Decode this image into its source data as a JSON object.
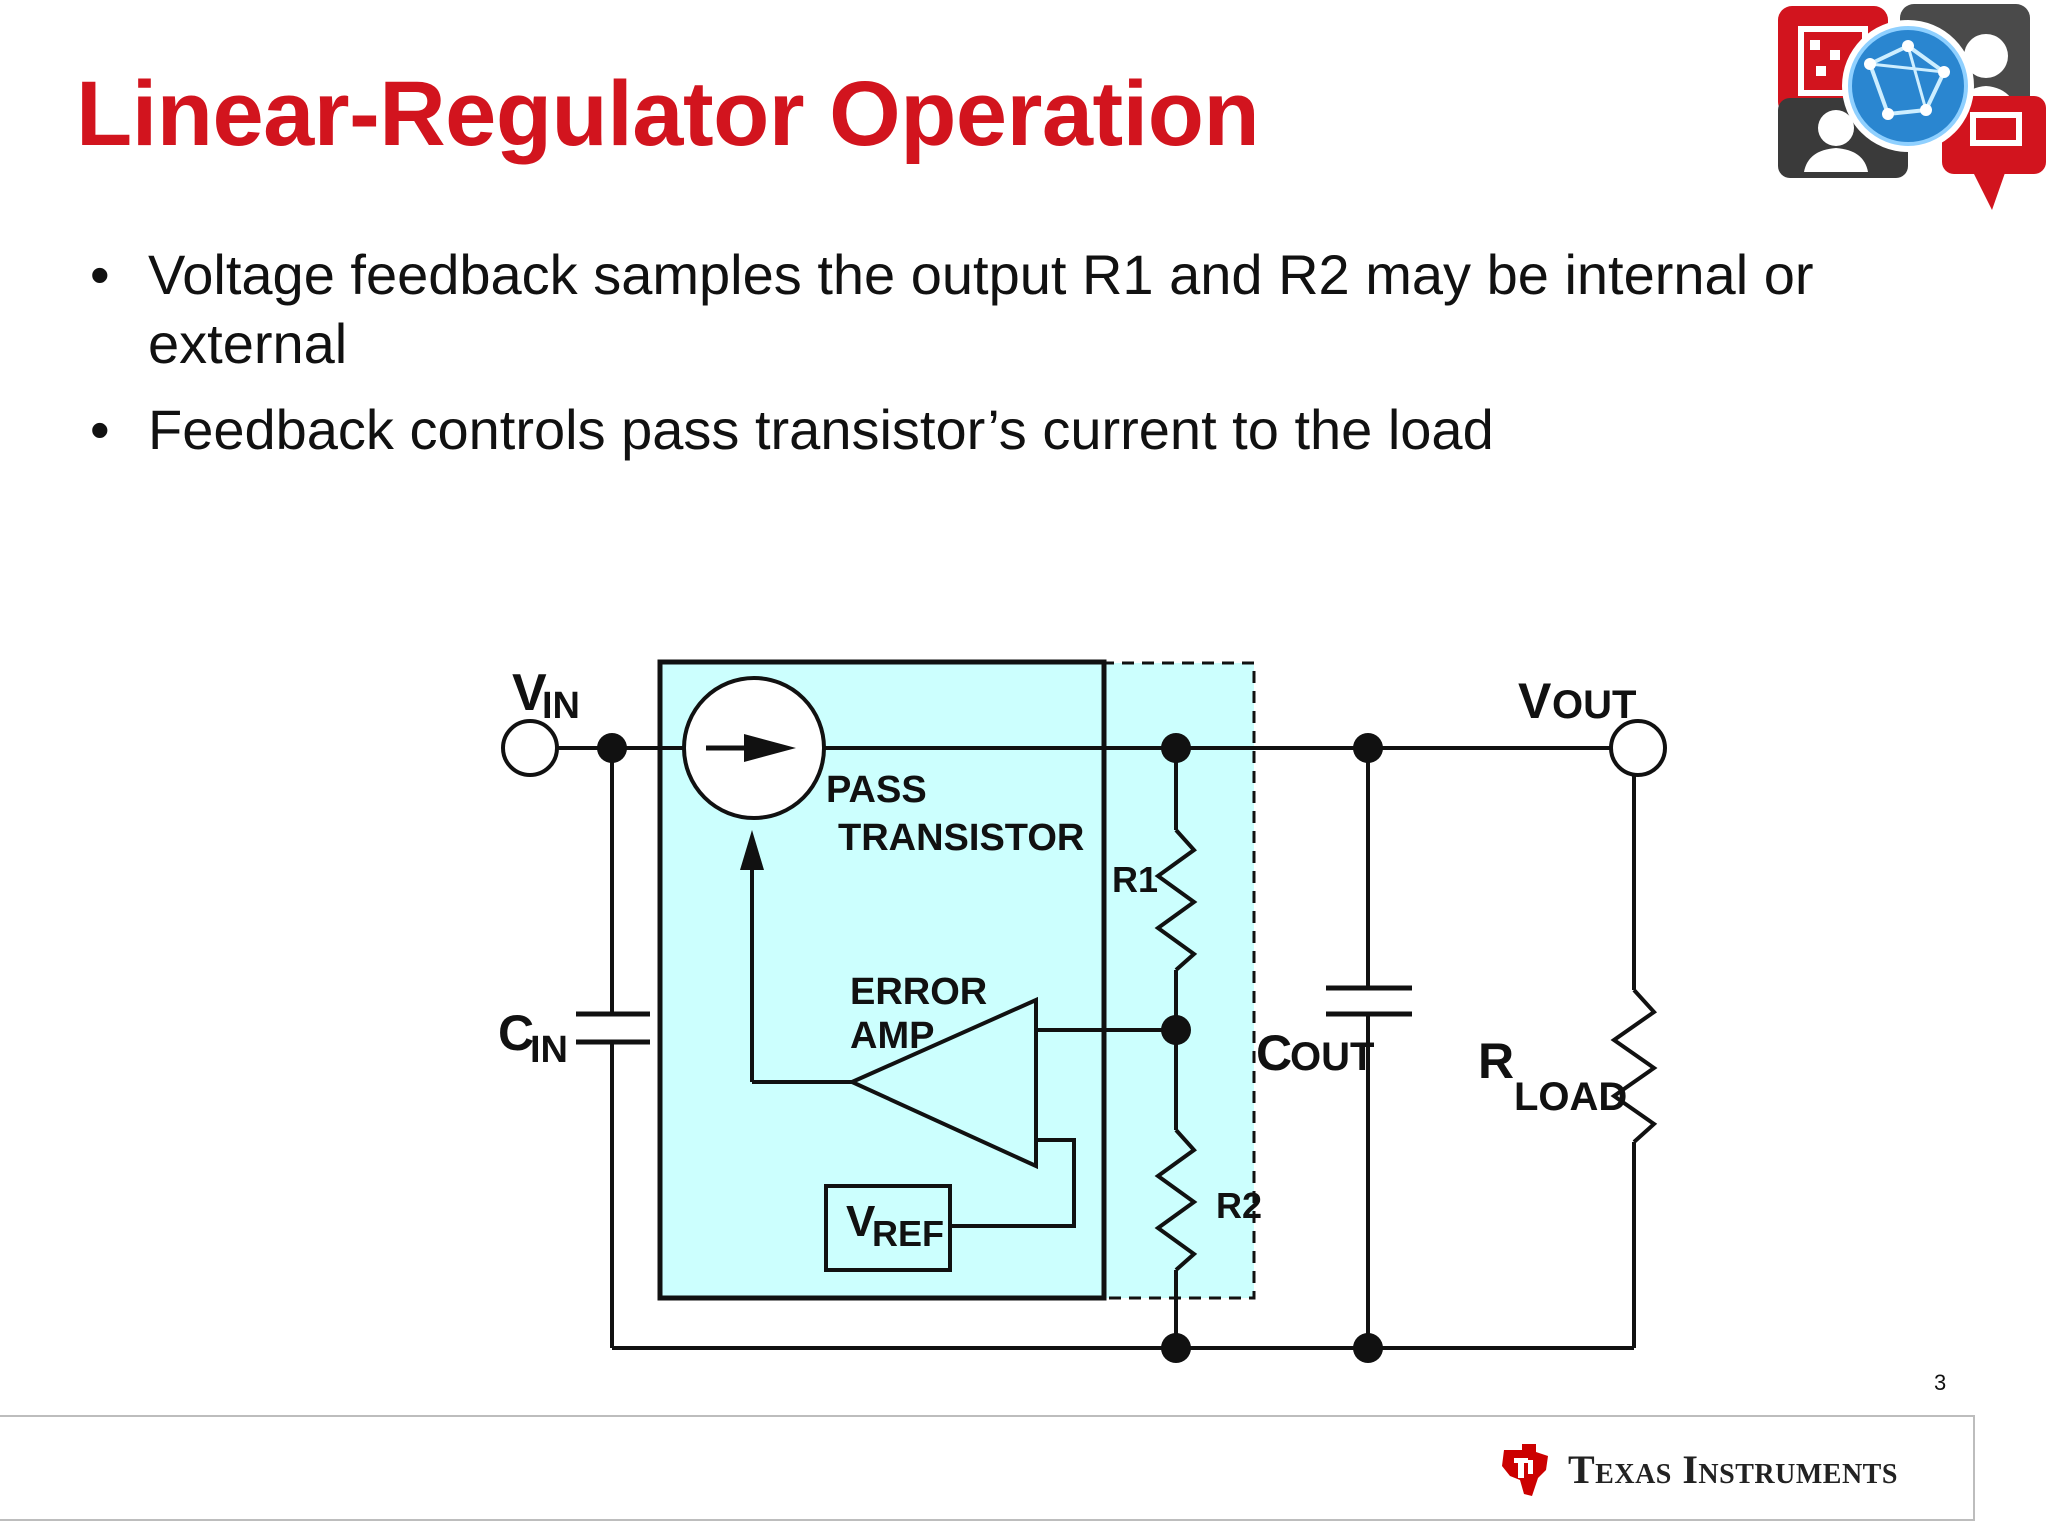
{
  "slide": {
    "title": "Linear-Regulator Operation",
    "bullets": [
      "Voltage feedback samples the output R1 and R2 may be internal or external",
      "Feedback controls pass transistor’s current to the load"
    ],
    "page_number": "3"
  },
  "diagram": {
    "labels": {
      "vin_main": "V",
      "vin_sub": "IN",
      "vout_main": "V",
      "vout_sub": "OUT",
      "cin_main": "C",
      "cin_sub": "IN",
      "cout_main": "C",
      "cout_sub": "OUT",
      "rload_main": "R",
      "rload_sub": "LOAD",
      "pass_line1": "PASS",
      "pass_line2": "TRANSISTOR",
      "error_line1": "ERROR",
      "error_line2": "AMP",
      "vref_main": "V",
      "vref_sub": "REF",
      "r1": "R1",
      "r2": "R2"
    },
    "colors": {
      "regulator_fill": "#ccfffe",
      "wire": "#111111"
    }
  },
  "footer": {
    "company": "Texas Instruments"
  },
  "colors": {
    "title": "#d2141e",
    "brand_red": "#cc0000"
  }
}
